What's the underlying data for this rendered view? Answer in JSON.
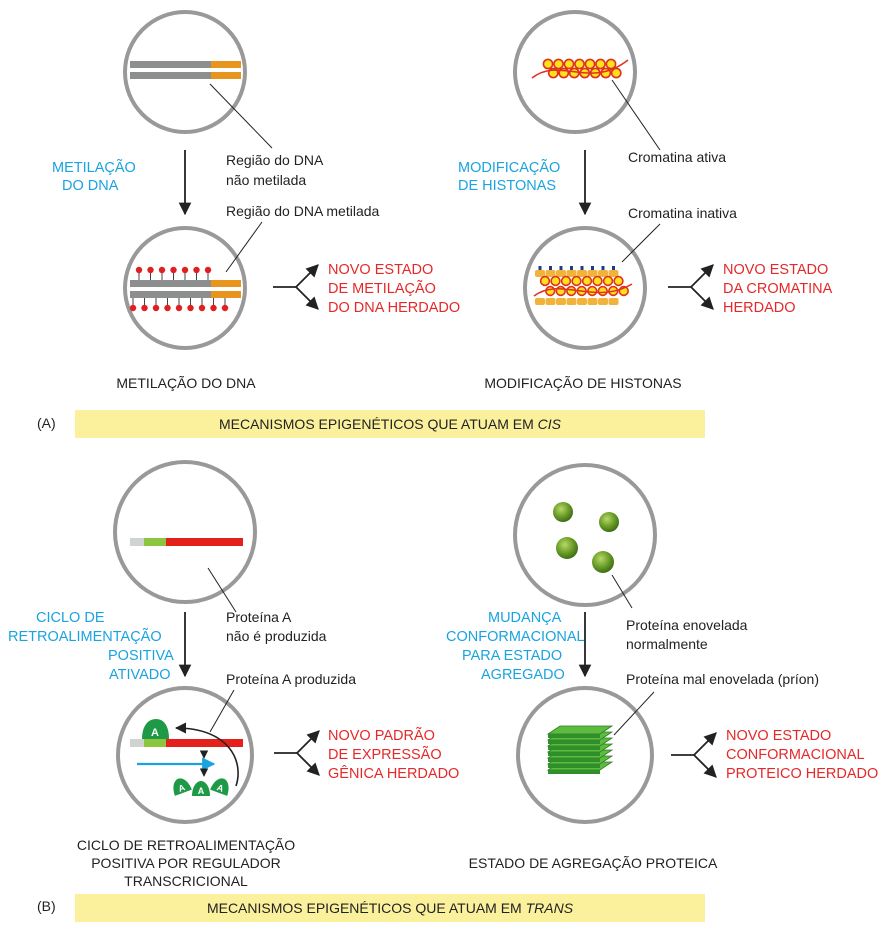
{
  "panel_a": {
    "tag": "(A)",
    "banner_prefix": "MECANISMOS EPIGENÉTICOS QUE ATUAM EM ",
    "banner_italic": "CIS",
    "dna": {
      "step": [
        "METILAÇÃO",
        "DO DNA"
      ],
      "label_unmethylated": [
        "Região do DNA",
        "não metilada"
      ],
      "label_methylated": "Região do DNA metilada",
      "outcome": [
        "NOVO ESTADO",
        "DE METILAÇÃO",
        "DO DNA HERDADO"
      ],
      "caption": "METILAÇÃO DO DNA"
    },
    "histone": {
      "step": [
        "MODIFICAÇÃO",
        "DE HISTONAS"
      ],
      "label_active": "Cromatina ativa",
      "label_inactive": "Cromatina inativa",
      "outcome": [
        "NOVO ESTADO",
        "DA CROMATINA",
        "HERDADO"
      ],
      "caption": "MODIFICAÇÃO DE HISTONAS"
    }
  },
  "panel_b": {
    "tag": "(B)",
    "banner_prefix": "MECANISMOS EPIGENÉTICOS QUE ATUAM EM ",
    "banner_italic": "TRANS",
    "feedback": {
      "step": [
        "CICLO DE",
        "RETROALIMENTAÇÃO",
        "POSITIVA",
        "ATIVADO"
      ],
      "label_not_produced": [
        "Proteína A",
        "não é produzida"
      ],
      "label_produced": "Proteína A produzida",
      "protein_letter": "A",
      "outcome": [
        "NOVO PADRÃO",
        "DE EXPRESSÃO",
        "GÊNICA HERDADO"
      ],
      "caption": [
        "CICLO DE RETROALIMENTAÇÃO",
        "POSITIVA POR  REGULADOR",
        "TRANSCRICIONAL"
      ]
    },
    "prion": {
      "step": [
        "MUDANÇA",
        "CONFORMACIONAL",
        "PARA ESTADO",
        "AGREGADO"
      ],
      "label_folded": [
        "Proteína enovelada",
        "normalmente"
      ],
      "label_misfolded": "Proteína mal enovelada (príon)",
      "outcome": [
        "NOVO ESTADO",
        "CONFORMACIONAL",
        "PROTEICO HERDADO"
      ],
      "caption": "ESTADO DE AGREGAÇÃO PROTEICA"
    }
  },
  "colors": {
    "step_text": "#1aa3e0",
    "outcome_text": "#e5292a",
    "banner_fill": "#fbf19d",
    "cell_outline": "#999999",
    "dna_grey": "#8c8f8e",
    "dna_orange": "#e8951f",
    "methyl_red": "#e02020",
    "nucleosome_yellow": "#ffe21a",
    "gene_green": "#8cc63f",
    "gene_red": "#e3201b",
    "protein_green": "#1e9a47",
    "arrow_blue": "#1aa3e0"
  }
}
